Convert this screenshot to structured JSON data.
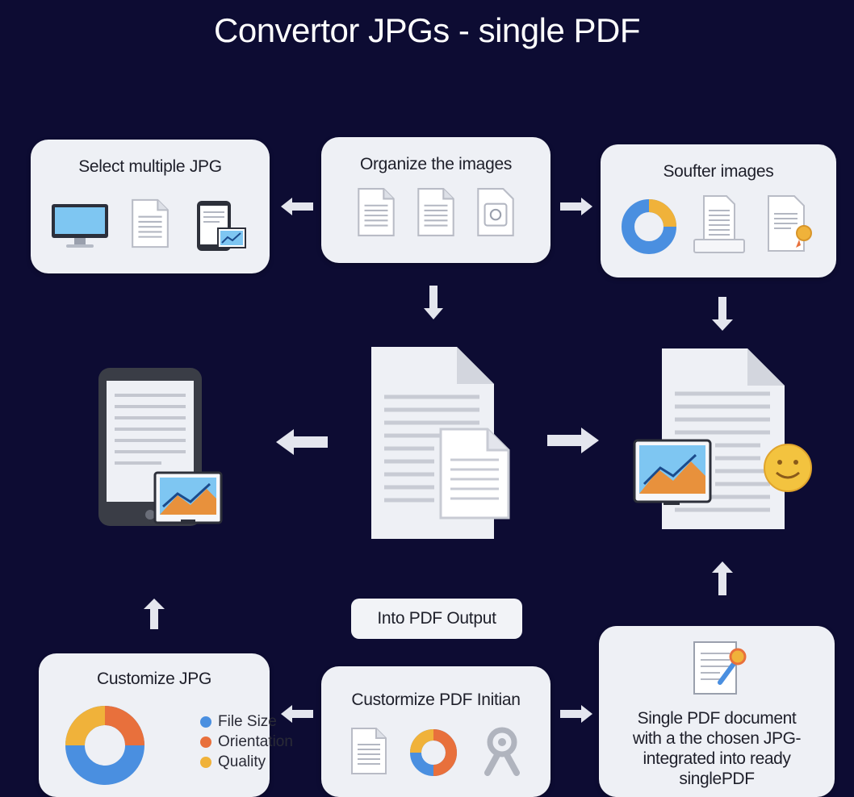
{
  "title": "Convertor JPGs - single PDF",
  "cards": {
    "select": {
      "title": "Select multiple JPG",
      "icons": [
        "monitor-icon",
        "document-icon",
        "tablet-chart-icon"
      ]
    },
    "organize": {
      "title": "Organize the images",
      "icons": [
        "document-icon",
        "document-icon",
        "image-file-icon"
      ]
    },
    "soufter": {
      "title": "Soufter images",
      "icons": [
        "donut-chart-icon",
        "printer-document-icon",
        "certificate-document-icon"
      ]
    },
    "customize_jpg": {
      "title": "Customize JPG",
      "legend": [
        {
          "label": "File Size",
          "color": "#4a8fe0"
        },
        {
          "label": "Orientation",
          "color": "#e8703c"
        },
        {
          "label": "Quality",
          "color": "#f0b23a"
        }
      ]
    },
    "customize_pdf": {
      "title": "Custormize PDF Initian",
      "icons": [
        "document-icon",
        "donut-chart-icon",
        "gear-person-icon"
      ]
    },
    "final": {
      "lines": [
        "Single PDF document",
        "with a the chosen JPG-",
        "integrated into ready",
        "singlePDF"
      ]
    }
  },
  "output_label": "Into PDF Output",
  "colors": {
    "background": "#0d0c33",
    "card": "#eef0f5",
    "arrow": "#e4e6ee",
    "blue": "#4a8fe0",
    "orange": "#e8703c",
    "yellow": "#f0b23a"
  }
}
